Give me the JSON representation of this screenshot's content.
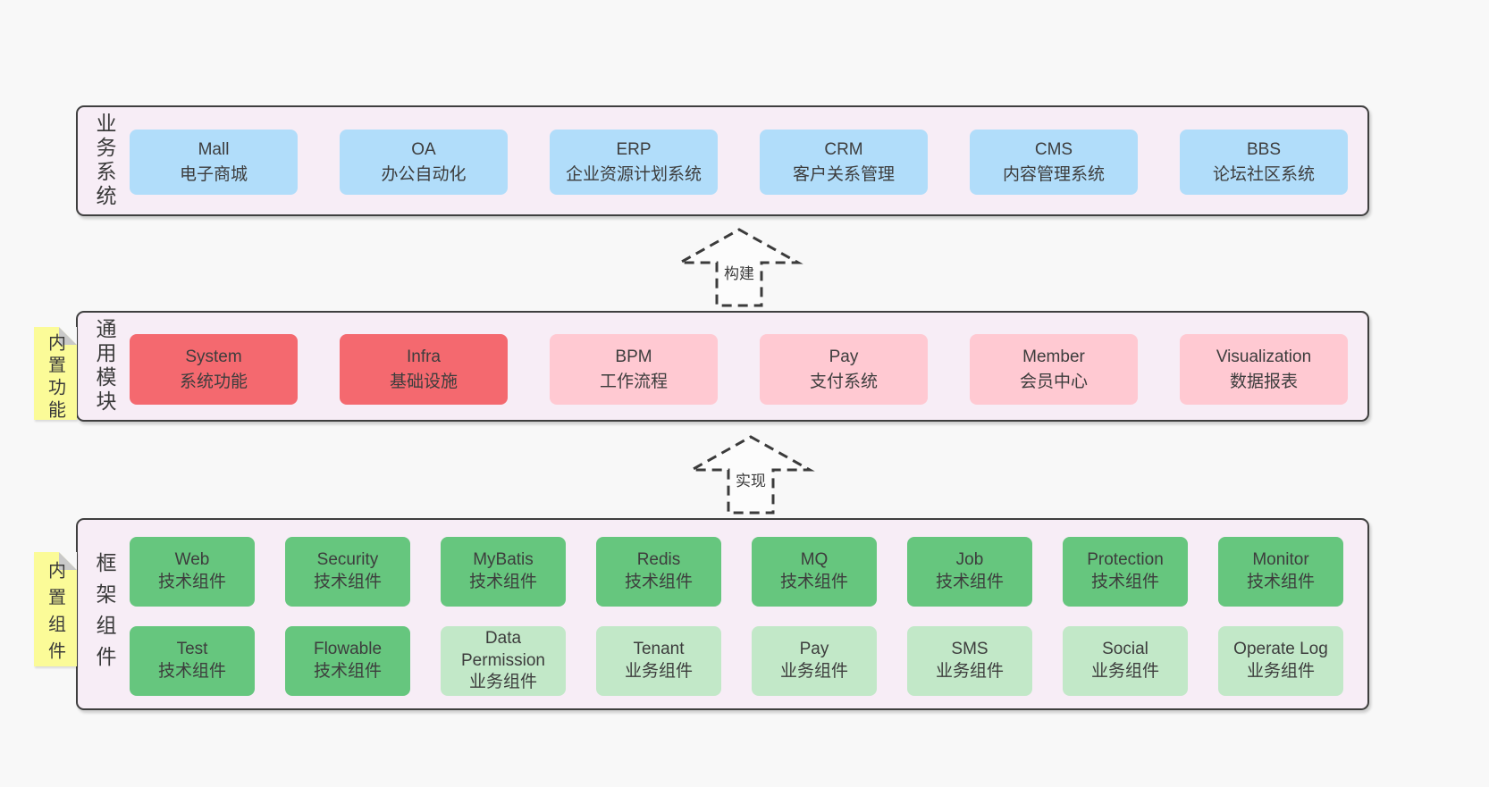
{
  "colors": {
    "band_bg": "#f7edf6",
    "blue": "#b1ddfa",
    "red": "#f4696f",
    "pink": "#ffc9d2",
    "green_dark": "#66c67e",
    "green_light": "#c2e8c8",
    "yellow": "#fbfb98"
  },
  "arrows": [
    {
      "label": "构建"
    },
    {
      "label": "实现"
    }
  ],
  "bands": [
    {
      "label": "业务系统",
      "boxes": [
        {
          "title": "Mall",
          "subtitle": "电子商城"
        },
        {
          "title": "OA",
          "subtitle": "办公自动化"
        },
        {
          "title": "ERP",
          "subtitle": "企业资源计划系统"
        },
        {
          "title": "CRM",
          "subtitle": "客户关系管理"
        },
        {
          "title": "CMS",
          "subtitle": "内容管理系统"
        },
        {
          "title": "BBS",
          "subtitle": "论坛社区系统"
        }
      ]
    },
    {
      "label": "通用模块",
      "note": "内置功能",
      "boxes": [
        {
          "title": "System",
          "subtitle": "系统功能"
        },
        {
          "title": "Infra",
          "subtitle": "基础设施"
        },
        {
          "title": "BPM",
          "subtitle": "工作流程"
        },
        {
          "title": "Pay",
          "subtitle": "支付系统"
        },
        {
          "title": "Member",
          "subtitle": "会员中心"
        },
        {
          "title": "Visualization",
          "subtitle": "数据报表"
        }
      ]
    },
    {
      "label": "框架组件",
      "note": "内置组件",
      "rows": [
        [
          {
            "title": "Web",
            "subtitle": "技术组件"
          },
          {
            "title": "Security",
            "subtitle": "技术组件"
          },
          {
            "title": "MyBatis",
            "subtitle": "技术组件"
          },
          {
            "title": "Redis",
            "subtitle": "技术组件"
          },
          {
            "title": "MQ",
            "subtitle": "技术组件"
          },
          {
            "title": "Job",
            "subtitle": "技术组件"
          },
          {
            "title": "Protection",
            "subtitle": "技术组件"
          },
          {
            "title": "Monitor",
            "subtitle": "技术组件"
          }
        ],
        [
          {
            "title": "Test",
            "subtitle": "技术组件"
          },
          {
            "title": "Flowable",
            "subtitle": "技术组件"
          },
          {
            "title": "Data Permission",
            "subtitle": "业务组件"
          },
          {
            "title": "Tenant",
            "subtitle": "业务组件"
          },
          {
            "title": "Pay",
            "subtitle": "业务组件"
          },
          {
            "title": "SMS",
            "subtitle": "业务组件"
          },
          {
            "title": "Social",
            "subtitle": "业务组件"
          },
          {
            "title": "Operate Log",
            "subtitle": "业务组件"
          }
        ]
      ]
    }
  ]
}
